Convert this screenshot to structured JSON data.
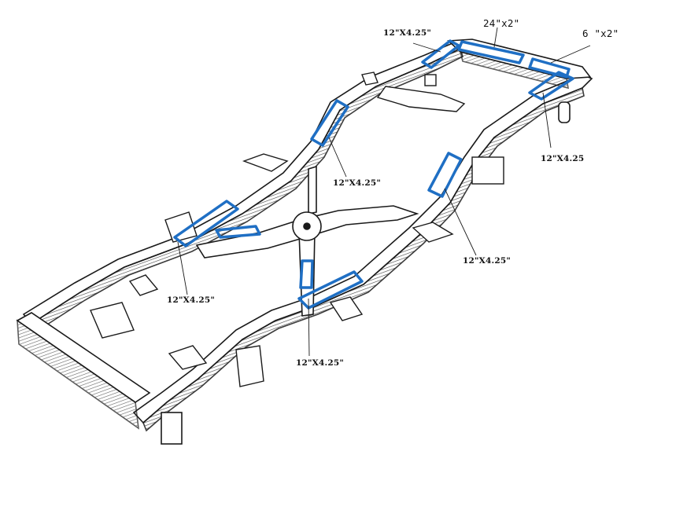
{
  "labels": {
    "top_left_rail": "12\"X4.25\"",
    "top_center": "24\"x2\"",
    "top_right": "6 \"x2\"",
    "right_rear": "12\"X4.25",
    "upper_left_rail": "12\"X4.25\"",
    "right_middle": "12\"X4.25\"",
    "left_middle": "12\"X4.25\"",
    "bottom_center": "12\"X4.25\""
  },
  "colors": {
    "highlight": "#1f6fc4",
    "frame_line": "#1a1a1a",
    "background": "#ffffff"
  }
}
